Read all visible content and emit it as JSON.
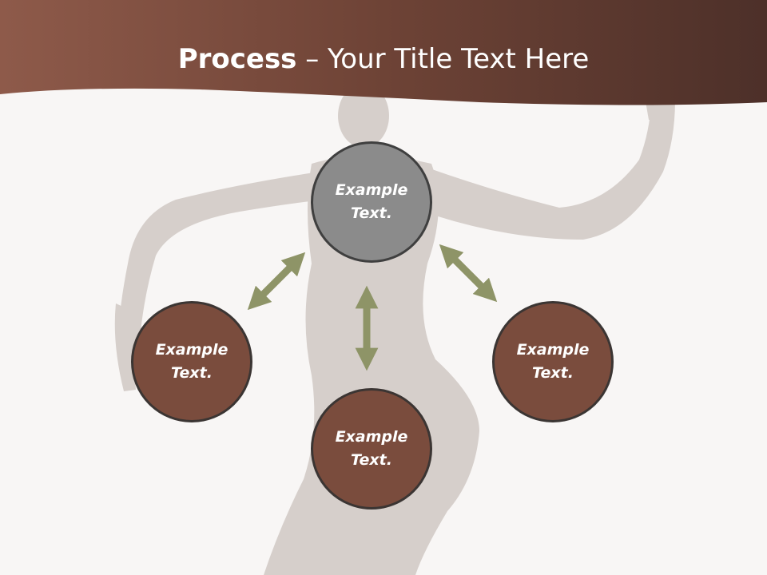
{
  "slide": {
    "title_bold": "Process",
    "title_rest": " – Your Title Text Here"
  },
  "diagram": {
    "nodes": [
      {
        "id": "top",
        "text": "Example Text.",
        "color": "#8b8b8b"
      },
      {
        "id": "left",
        "text": "Example Text.",
        "color": "#7a4c3d"
      },
      {
        "id": "bottom",
        "text": "Example Text.",
        "color": "#7a4c3d"
      },
      {
        "id": "right",
        "text": "Example Text.",
        "color": "#7a4c3d"
      }
    ],
    "arrow_color": "#8e9467",
    "header_color": "#7d4e40"
  }
}
